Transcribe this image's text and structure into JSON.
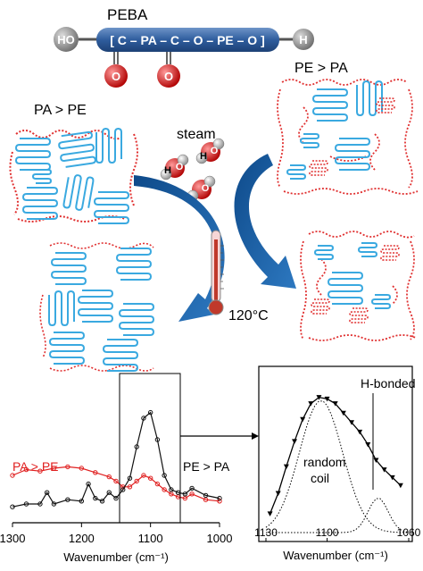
{
  "title": "PEBA",
  "chain": {
    "left_end": "HO",
    "right_end": "H",
    "formula": "[ C – PA – C – O – PE – O ]",
    "carbonyl_atom": "O"
  },
  "labels": {
    "pa_gt_pe": "PA > PE",
    "pe_gt_pa": "PE > PA",
    "steam": "steam",
    "temperature": "120°C"
  },
  "water": {
    "h": "H",
    "o": "O"
  },
  "colors": {
    "chain_fill": "#2f5d9e",
    "pa_chain": "#3aa9e0",
    "pe_chain": "#e03030",
    "arrow": "#1f5fa0",
    "oxygen": "#d01818",
    "thermometer": "#c0392b"
  },
  "chart_data": [
    {
      "type": "line",
      "xlabel": "Wavenumber (cm⁻¹)",
      "x_ticks": [
        "1300",
        "1200",
        "1100",
        "1000"
      ],
      "xlim": [
        1300,
        1000
      ],
      "series": [
        {
          "name": "PA > PE",
          "color": "#e02020",
          "x": [
            1300,
            1280,
            1260,
            1240,
            1220,
            1200,
            1180,
            1160,
            1150,
            1140,
            1130,
            1120,
            1110,
            1100,
            1090,
            1080,
            1070,
            1060,
            1050,
            1040,
            1020,
            1000
          ],
          "y": [
            0.3,
            0.34,
            0.33,
            0.35,
            0.36,
            0.35,
            0.32,
            0.29,
            0.26,
            0.22,
            0.22,
            0.26,
            0.3,
            0.28,
            0.24,
            0.2,
            0.17,
            0.15,
            0.14,
            0.17,
            0.13,
            0.12
          ]
        },
        {
          "name": "PE > PA",
          "color": "#111111",
          "x": [
            1300,
            1280,
            1260,
            1250,
            1240,
            1220,
            1200,
            1190,
            1180,
            1170,
            1160,
            1150,
            1140,
            1130,
            1120,
            1110,
            1100,
            1090,
            1080,
            1070,
            1060,
            1050,
            1040,
            1020,
            1000
          ],
          "y": [
            0.08,
            0.1,
            0.1,
            0.18,
            0.1,
            0.13,
            0.12,
            0.24,
            0.14,
            0.12,
            0.18,
            0.14,
            0.2,
            0.28,
            0.5,
            0.7,
            0.74,
            0.55,
            0.3,
            0.2,
            0.18,
            0.17,
            0.21,
            0.16,
            0.14
          ]
        }
      ]
    },
    {
      "type": "line",
      "xlabel": "Wavenumber (cm⁻¹)",
      "x_ticks": [
        "1130",
        "1100",
        "1060"
      ],
      "xlim": [
        1130,
        1060
      ],
      "annotations": [
        "H-bonded",
        "random coil"
      ],
      "series": [
        {
          "x": [
            1128,
            1124,
            1120,
            1116,
            1112,
            1108,
            1104,
            1100,
            1096,
            1092,
            1088,
            1084,
            1080,
            1076,
            1072,
            1068,
            1064
          ],
          "y": [
            0.12,
            0.25,
            0.42,
            0.58,
            0.72,
            0.82,
            0.86,
            0.85,
            0.82,
            0.76,
            0.7,
            0.64,
            0.56,
            0.46,
            0.4,
            0.35,
            0.3
          ]
        }
      ]
    }
  ]
}
